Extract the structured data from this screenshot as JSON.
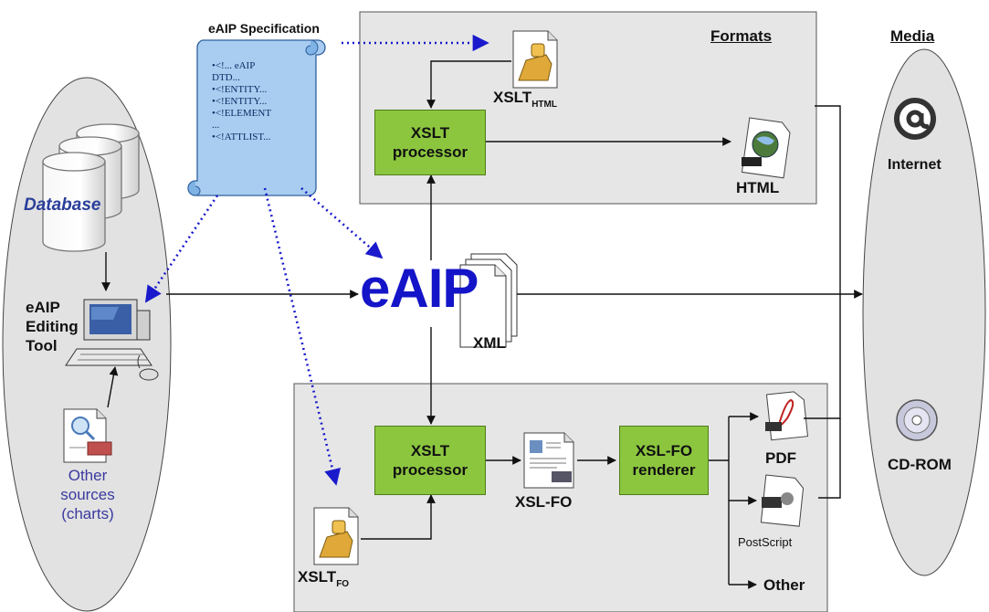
{
  "spec": {
    "title": "eAIP Specification",
    "lines": [
      "•<!... eAIP",
      "DTD...",
      "•<!ENTITY...",
      "•<!ENTITY...",
      "•<!ELEMENT",
      "...",
      "•<!ATTLIST..."
    ]
  },
  "formats": {
    "title": "Formats"
  },
  "media": {
    "title": "Media",
    "internet": "Internet",
    "cdrom": "CD-ROM"
  },
  "left": {
    "database": "Database",
    "tool_line1": "eAIP",
    "tool_line2": "Editing",
    "tool_line3": "Tool",
    "other_line1": "Other",
    "other_line2": "sources",
    "other_line3": "(charts)"
  },
  "center": {
    "eaip": "eAIP",
    "xml": "XML"
  },
  "top": {
    "xslt_base": "XSLT",
    "xslt_sub": "HTML",
    "processor_line1": "XSLT",
    "processor_line2": "processor",
    "html": "HTML"
  },
  "bottom": {
    "processor_line1": "XSLT",
    "processor_line2": "processor",
    "xslfo": "XSL-FO",
    "renderer_line1": "XSL-FO",
    "renderer_line2": "renderer",
    "pdf": "PDF",
    "postscript": "PostScript",
    "other": "Other",
    "xslt_base": "XSLT",
    "xslt_sub": "FO"
  },
  "colors": {
    "green_box": "#8cc63f",
    "panel": "#e6e6e6",
    "ellipse": "#e2e2e2",
    "scroll": "#a8cdf0",
    "eaip_blue": "#1414c8",
    "database_blue": "#2a3f9a",
    "other_sources": "#3a3aa0",
    "dotted_arrow": "#1a1acc"
  }
}
